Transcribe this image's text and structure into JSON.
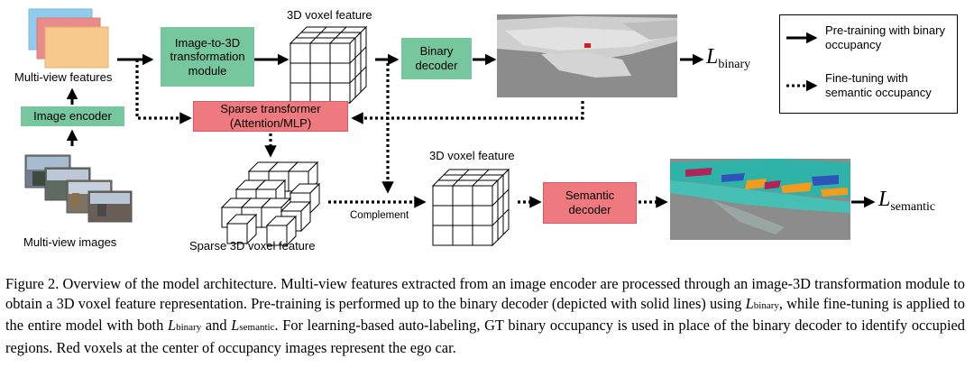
{
  "labels": {
    "multi_view_features": "Multi-view features",
    "image_encoder": "Image encoder",
    "multi_view_images": "Multi-view images",
    "image_to_3d": "Image-to-3D transformation module",
    "voxel_feature_top": "3D voxel feature",
    "binary_decoder": "Binary decoder",
    "sparse_transformer": "Sparse transformer (Attention/MLP)",
    "sparse_voxel_feature": "Sparse 3D voxel feature",
    "complement": "Complement",
    "voxel_feature_bottom": "3D voxel feature",
    "semantic_decoder": "Semantic decoder"
  },
  "losses": {
    "binary_main": "L",
    "binary_sub": "binary",
    "semantic_main": "L",
    "semantic_sub": "semantic"
  },
  "legend": {
    "pretraining": "Pre-training with binary occupancy",
    "finetuning": "Fine-tuning with semantic occupancy"
  },
  "caption": {
    "part1": "Figure 2. Overview of the model architecture. Multi-view features extracted from an image encoder are processed through an image-3D transformation module to obtain a 3D voxel feature representation. Pre-training is performed up to the binary decoder (depicted with solid lines) using ",
    "l1": "L",
    "s1": "binary",
    "part2": ", while fine-tuning is applied to the entire model with both ",
    "l2": "L",
    "s2": "binary",
    "part3": " and ",
    "l3": "L",
    "s3": "semantic",
    "part4": ". For learning-based auto-labeling, GT binary occupancy is used in place of the binary decoder to identify occupied regions. Red voxels at the center of occupancy images represent the ego car."
  },
  "colors": {
    "green_box": "#77c79e",
    "red_box": "#ee7a7f",
    "ego_car": "#e0161b",
    "semantic_teal": "#2fb3a8",
    "semantic_orange": "#f29b1d",
    "semantic_blue": "#2d54b8",
    "semantic_magenta": "#b0245a"
  }
}
